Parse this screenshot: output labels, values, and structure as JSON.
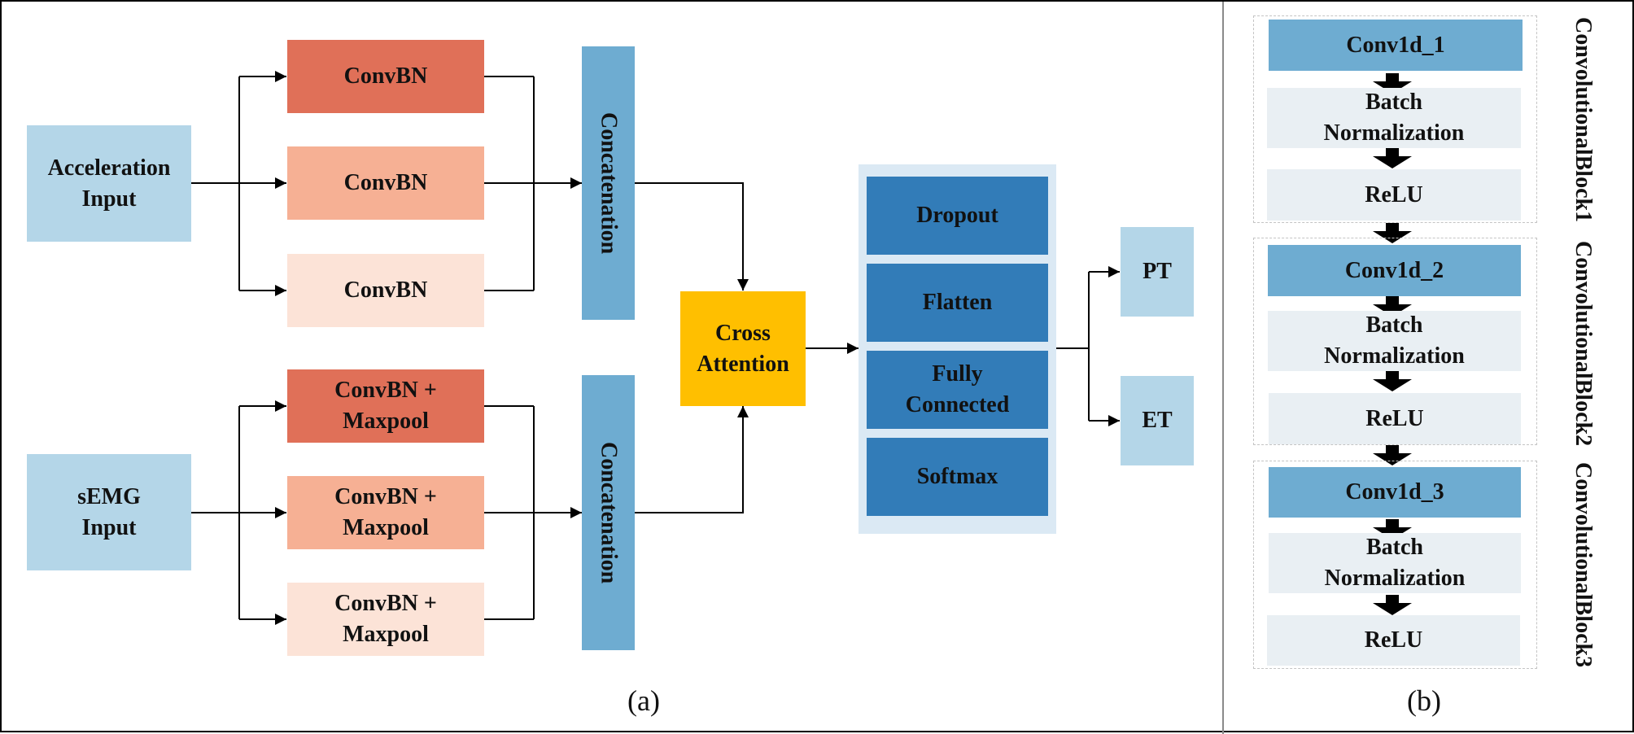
{
  "colors": {
    "input": "#b4d6e8",
    "conv_dark": "#e07058",
    "conv_mid": "#f6b094",
    "conv_light": "#fce3d7",
    "concat": "#6eacd1",
    "cross_attention": "#ffbf00",
    "head_panel": "#dbe9f4",
    "head_layer": "#327cb8",
    "output": "#b4d6e8",
    "conv1d": "#6eacd1",
    "bn_relu": "#e9eff3"
  },
  "panel_a": {
    "caption": "(a)",
    "acc_input": {
      "line1": "Acceleration",
      "line2": "Input"
    },
    "semg_input": {
      "line1": "sEMG",
      "line2": "Input"
    },
    "acc_branches": [
      "ConvBN",
      "ConvBN",
      "ConvBN"
    ],
    "semg_branches": [
      {
        "line1": "ConvBN +",
        "line2": "Maxpool"
      },
      {
        "line1": "ConvBN +",
        "line2": "Maxpool"
      },
      {
        "line1": "ConvBN +",
        "line2": "Maxpool"
      }
    ],
    "concat_top": "Concatenation",
    "concat_bottom": "Concatenation",
    "cross_attention": {
      "line1": "Cross",
      "line2": "Attention"
    },
    "head": {
      "dropout": "Dropout",
      "flatten": "Flatten",
      "fc_line1": "Fully",
      "fc_line2": "Connected",
      "softmax": "Softmax"
    },
    "outputs": [
      "PT",
      "ET"
    ]
  },
  "panel_b": {
    "caption": "(b)",
    "blocks": [
      {
        "conv": "Conv1d_1",
        "bn_line1": "Batch",
        "bn_line2": "Normalization",
        "relu": "ReLU",
        "label_line1": "Convolutional",
        "label_line2": "Block1"
      },
      {
        "conv": "Conv1d_2",
        "bn_line1": "Batch",
        "bn_line2": "Normalization",
        "relu": "ReLU",
        "label_line1": "Convolutional",
        "label_line2": "Block2"
      },
      {
        "conv": "Conv1d_3",
        "bn_line1": "Batch",
        "bn_line2": "Normalization",
        "relu": "ReLU",
        "label_line1": "Convolutional",
        "label_line2": "Block3"
      }
    ]
  }
}
